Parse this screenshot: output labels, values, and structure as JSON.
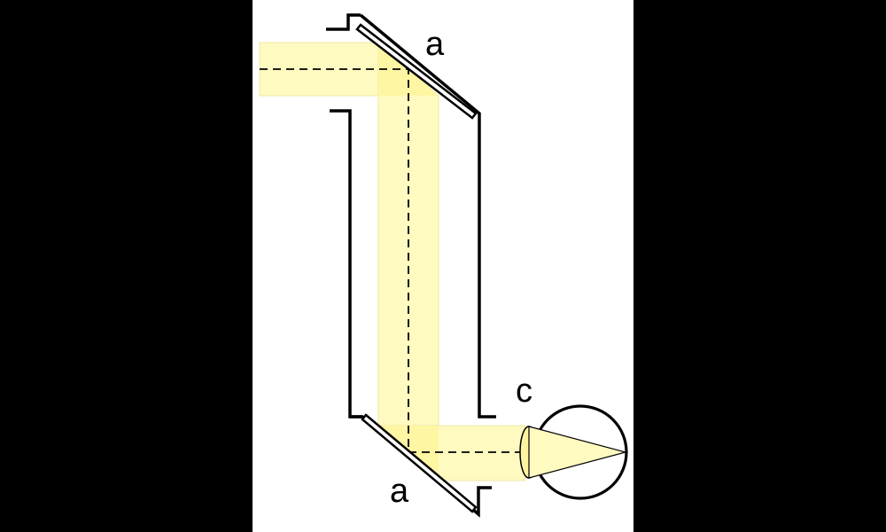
{
  "labels": {
    "mirror_top": "a",
    "mirror_bottom": "a",
    "eye_lens": "c"
  },
  "colors": {
    "background": "#000000",
    "canvas": "#ffffff",
    "beam": "#fffac0",
    "beam_overlap": "#fff5a0",
    "beam_edge": "#ece8a8",
    "outline": "#000000"
  }
}
